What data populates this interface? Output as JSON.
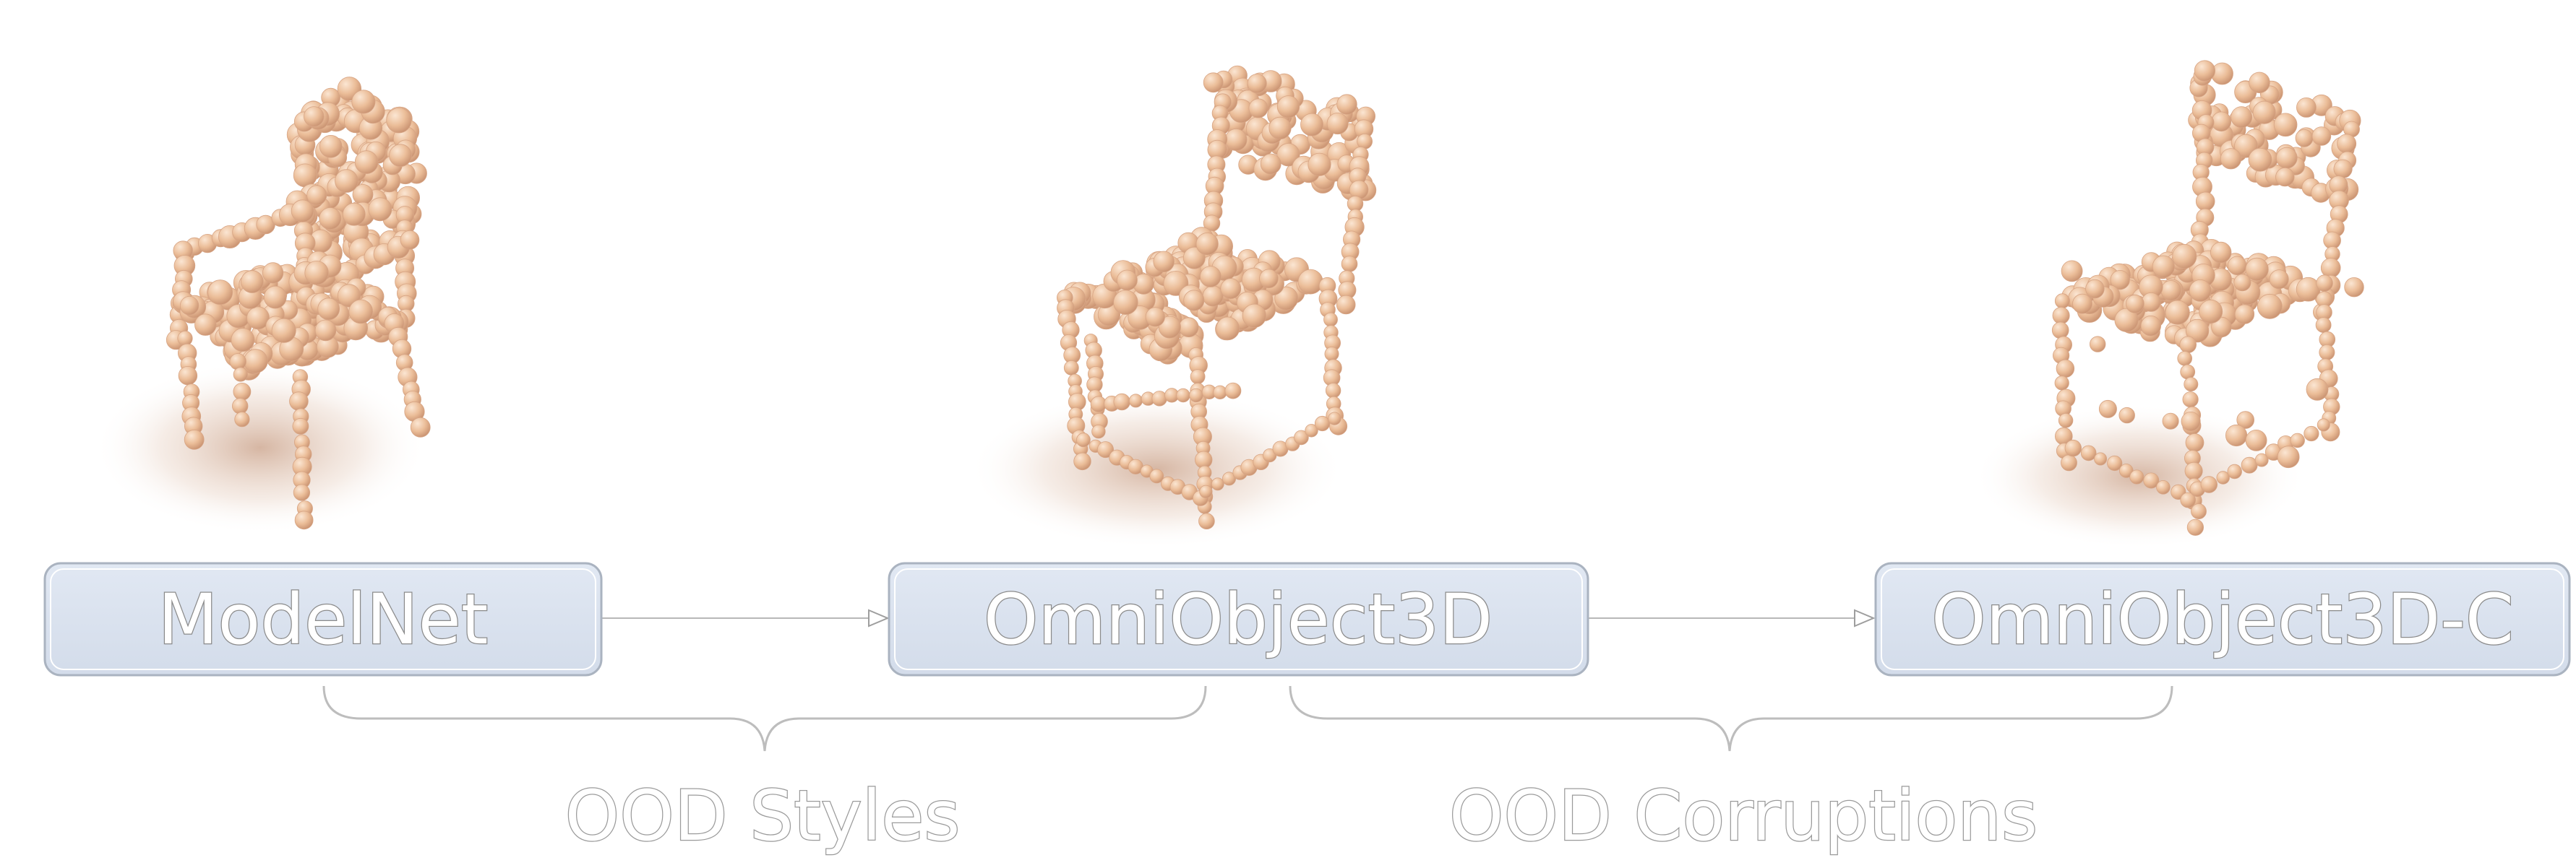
{
  "nodes": [
    {
      "id": "modelnet",
      "label": "ModelNet"
    },
    {
      "id": "omniobject3d",
      "label": "OmniObject3D"
    },
    {
      "id": "omniobject3d_c",
      "label": "OmniObject3D-C"
    }
  ],
  "groups": [
    {
      "id": "ood_styles",
      "label": "OOD Styles"
    },
    {
      "id": "ood_corruptions",
      "label": "OOD Corruptions"
    }
  ],
  "colors": {
    "box_fill": "#dbe3ef",
    "box_border": "#b4bcc8",
    "arrow": "#b8b8b8",
    "bracket": "#bdbdbd",
    "point_light": "#f3cfb0",
    "point_mid": "#e7b792",
    "point_dark": "#c99373",
    "shadow": "#c58e6e"
  },
  "icons": {
    "chair_1": "armchair-point-cloud-icon",
    "chair_2": "chair-point-cloud-icon",
    "chair_3": "corrupted-chair-point-cloud-icon"
  }
}
